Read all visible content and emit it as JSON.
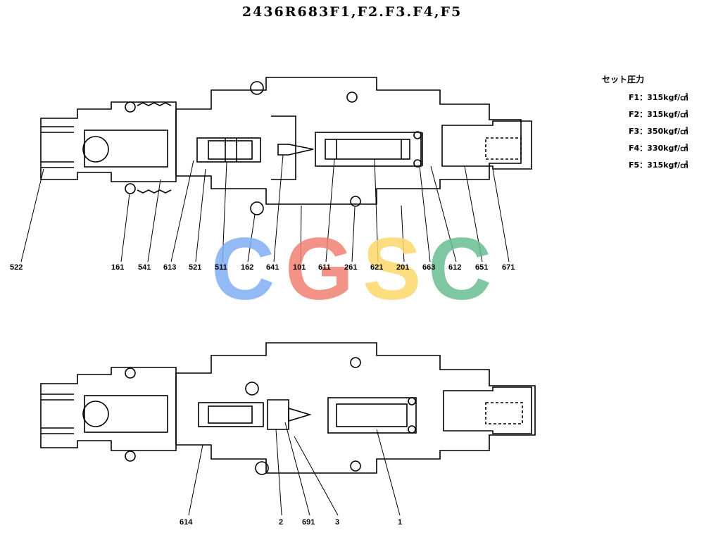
{
  "title": "2436R683F1,F2.F3.F4,F5",
  "set_pressure": {
    "title": "セット圧力",
    "items": [
      "F1：315kgf/㎠",
      "F2：315kgf/㎠",
      "F3：350kgf/㎠",
      "F4：330kgf/㎠",
      "F5：315kgf/㎠"
    ]
  },
  "watermark": {
    "letters": [
      "C",
      "G",
      "S",
      "C"
    ],
    "colors": [
      "#7fb0f5",
      "#f27f73",
      "#fcd86a",
      "#69be92"
    ]
  },
  "top_part_numbers": [
    "522",
    "161",
    "541",
    "613",
    "521",
    "511",
    "162",
    "641",
    "101",
    "611",
    "261",
    "621",
    "201",
    "663",
    "612",
    "651",
    "671"
  ],
  "bottom_part_numbers": [
    "614",
    "2",
    "691",
    "3",
    "1"
  ]
}
